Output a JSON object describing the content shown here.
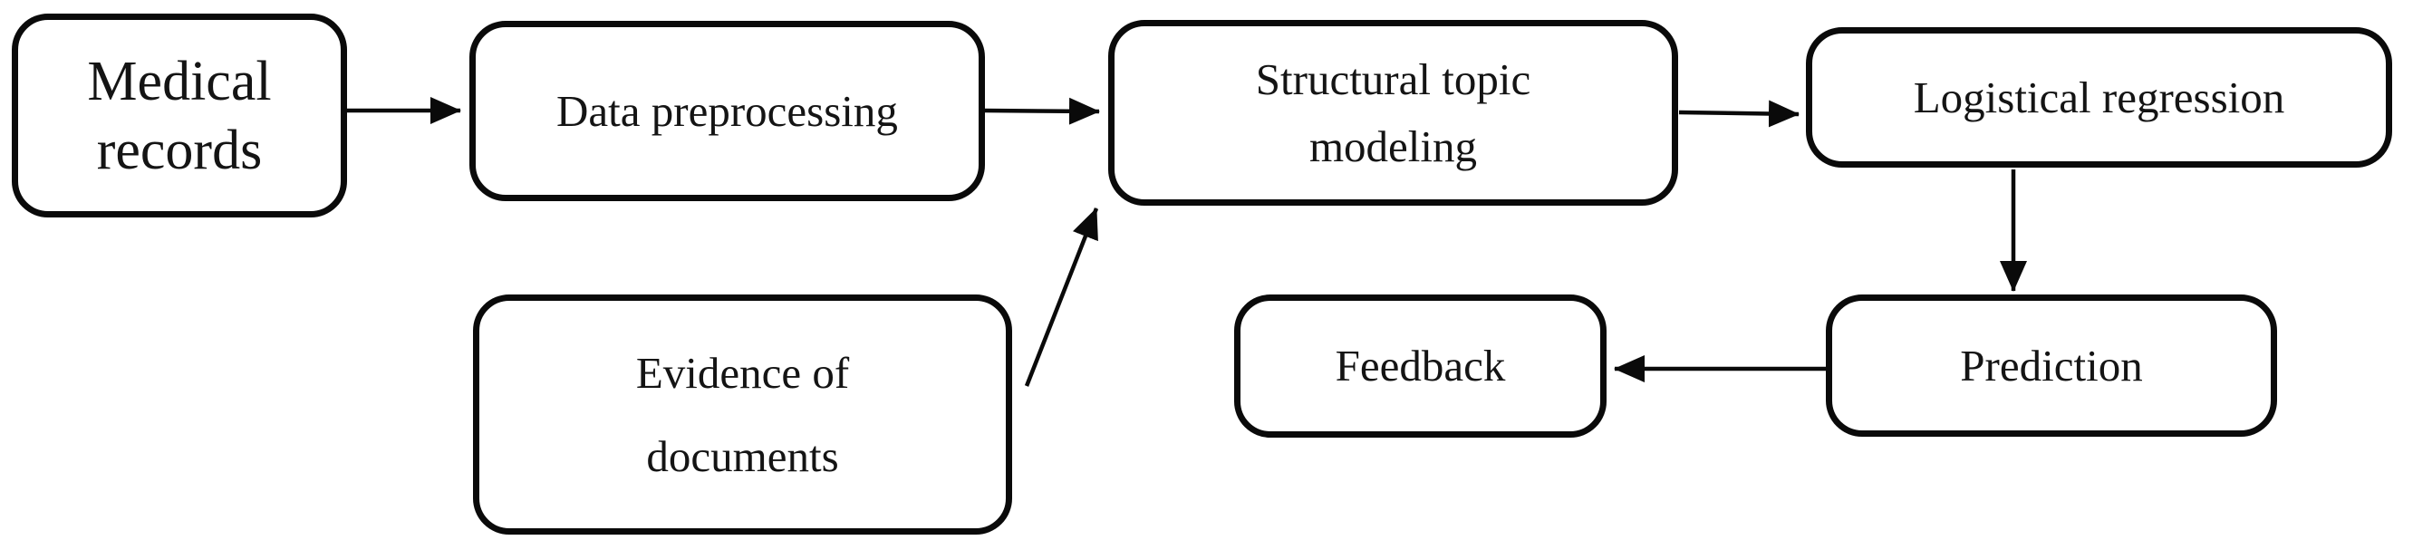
{
  "diagram": {
    "title": "Medical records topic-modeling prediction pipeline",
    "background_color": "#ffffff",
    "stroke_color": "#0a0a0a",
    "nodes": [
      {
        "id": "medical-records",
        "label": [
          "Medical",
          "records"
        ]
      },
      {
        "id": "data-preprocessing",
        "label": "Data preprocessing"
      },
      {
        "id": "structural-topic-modeling",
        "label": [
          "Structural topic",
          "modeling"
        ]
      },
      {
        "id": "logistical-regression",
        "label": "Logistical regression"
      },
      {
        "id": "evidence-of-documents",
        "label": [
          "Evidence of",
          "documents"
        ]
      },
      {
        "id": "feedback",
        "label": "Feedback"
      },
      {
        "id": "prediction",
        "label": "Prediction"
      }
    ],
    "edges": [
      {
        "from": "medical-records",
        "to": "data-preprocessing"
      },
      {
        "from": "data-preprocessing",
        "to": "structural-topic-modeling"
      },
      {
        "from": "structural-topic-modeling",
        "to": "logistical-regression"
      },
      {
        "from": "logistical-regression",
        "to": "prediction"
      },
      {
        "from": "prediction",
        "to": "feedback"
      },
      {
        "from": "evidence-of-documents",
        "to": "structural-topic-modeling"
      }
    ]
  }
}
